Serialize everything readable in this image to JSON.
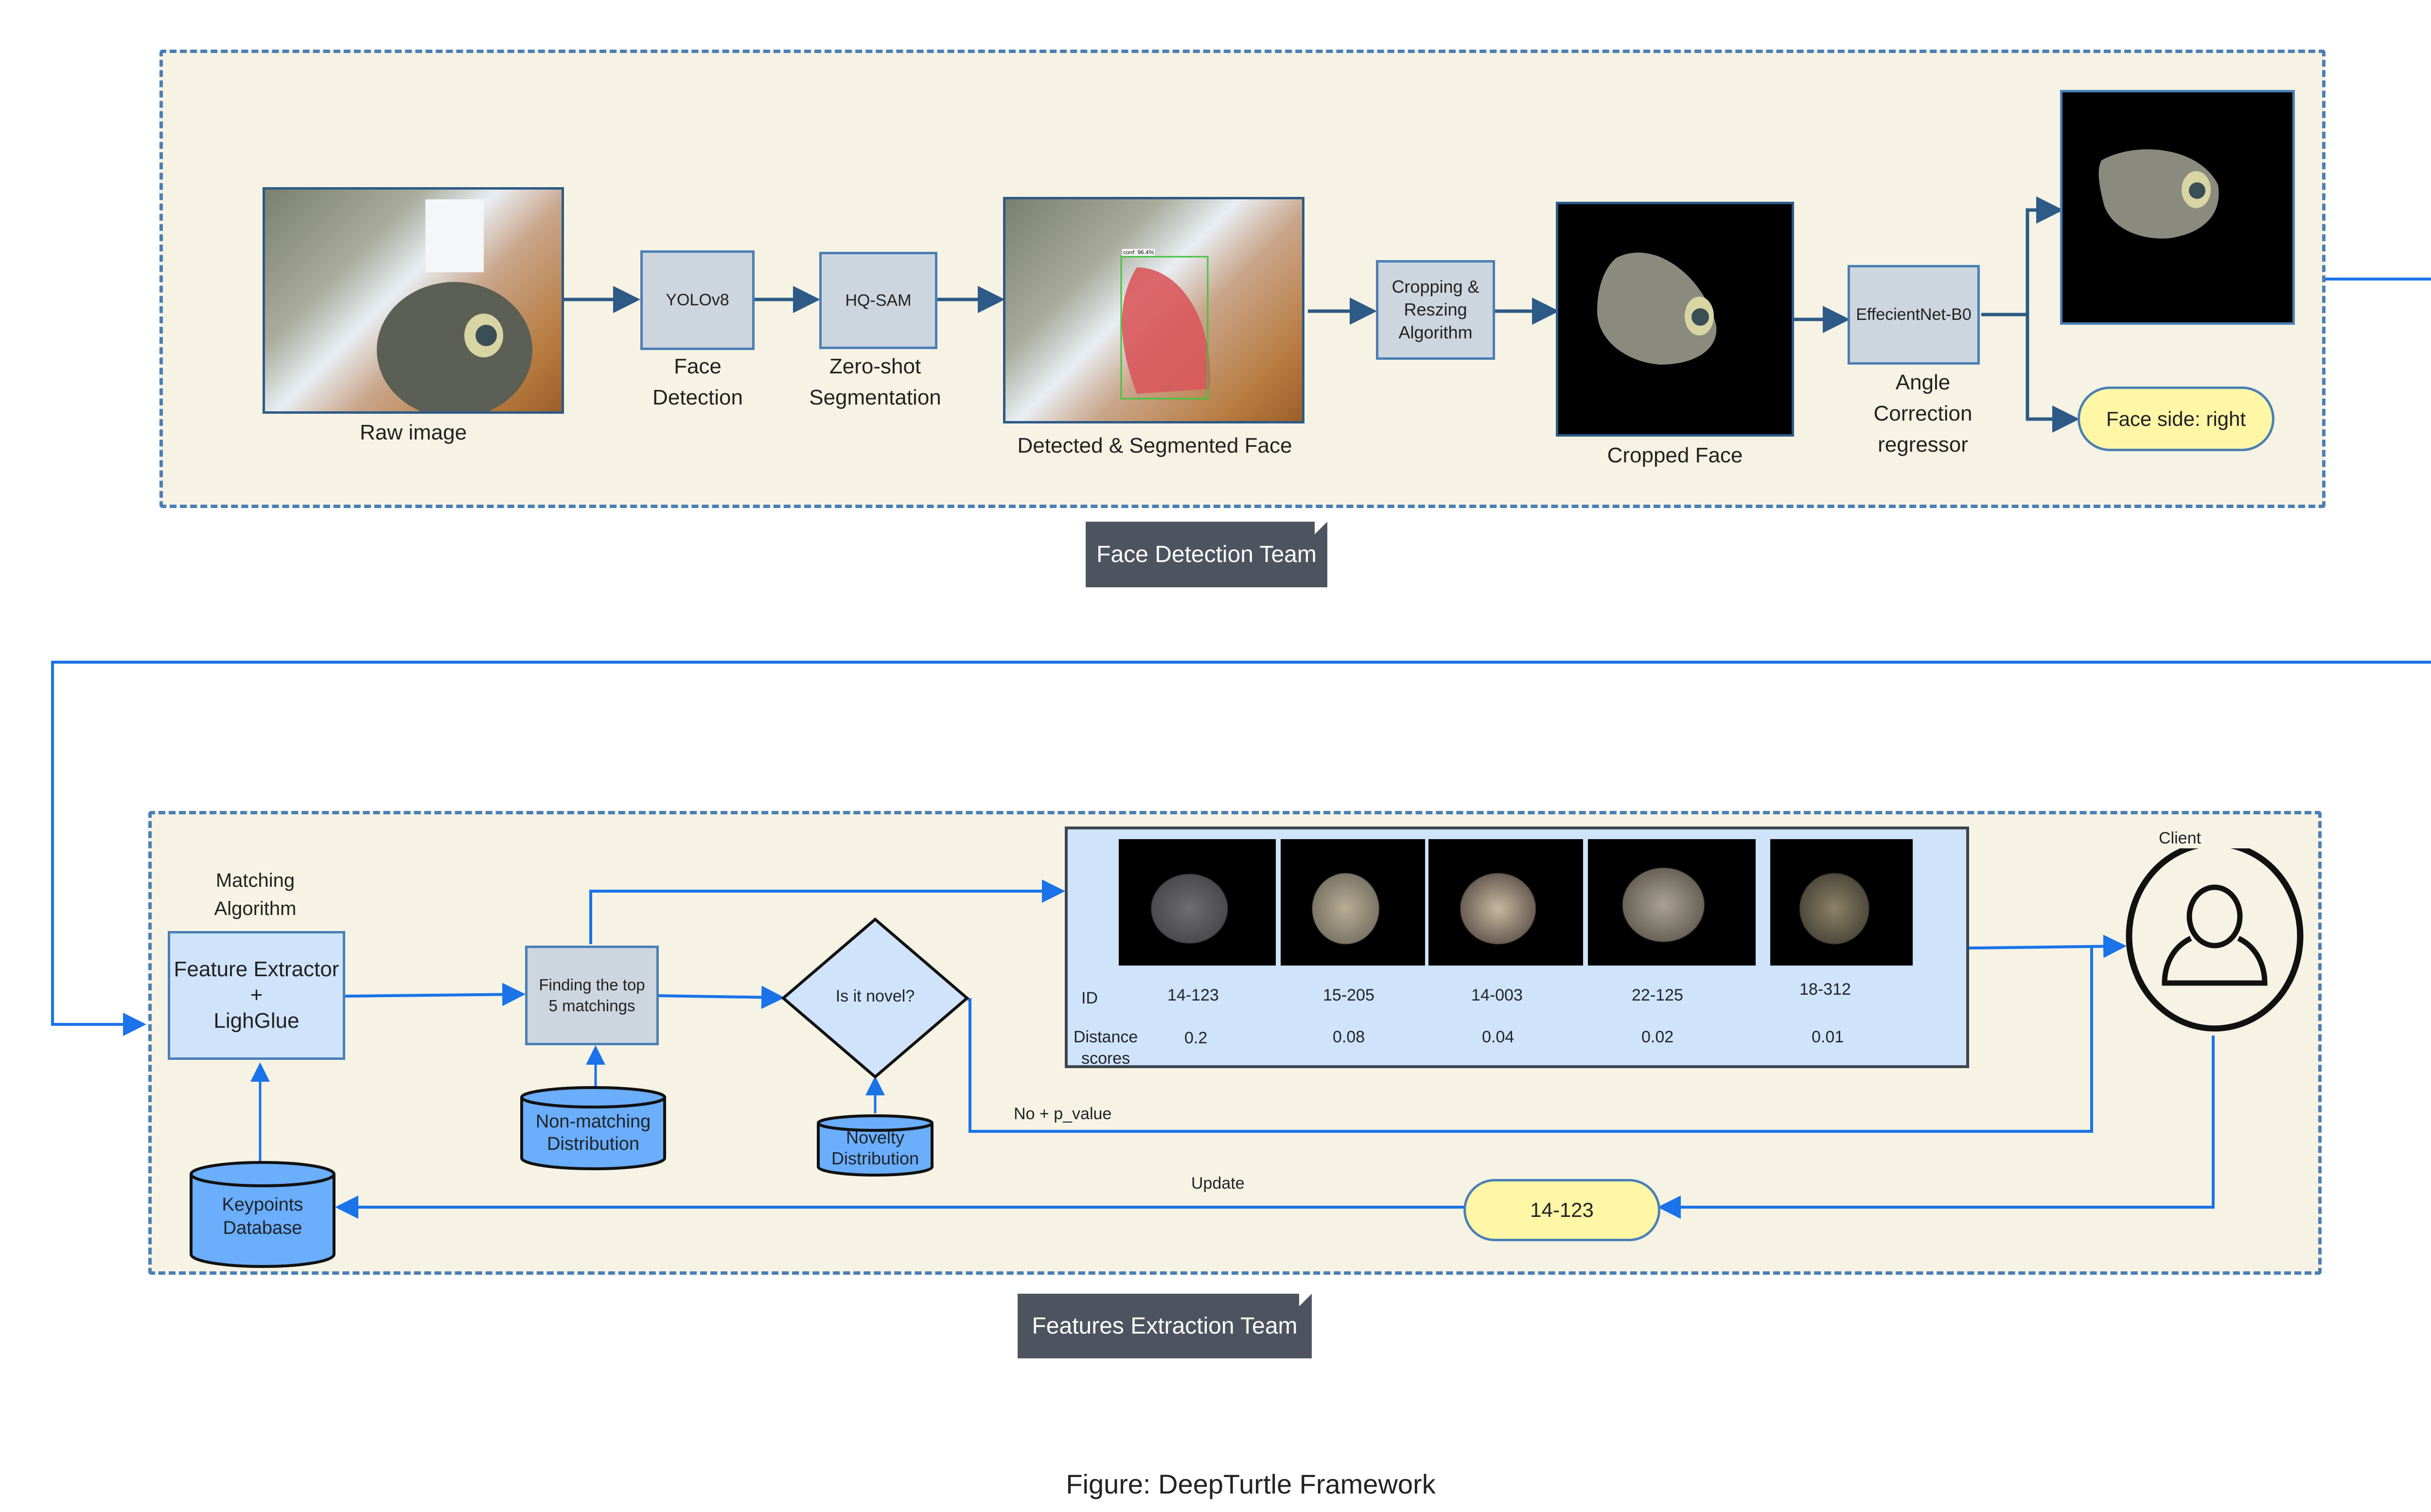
{
  "caption": "Figure: DeepTurtle Framework",
  "face_detection": {
    "team_label": "Face Detection Team",
    "raw_image_label": "Raw image",
    "yolo": {
      "box": "YOLOv8",
      "label_line1": "Face",
      "label_line2": "Detection"
    },
    "hqsam": {
      "box": "HQ-SAM",
      "label_line1": "Zero-shot",
      "label_line2": "Segmentation"
    },
    "detected_label": "Detected & Segmented Face",
    "detection_confidence": "conf: 96.4%",
    "cropping": {
      "line1": "Cropping &",
      "line2": "Reszing",
      "line3": "Algorithm"
    },
    "cropped_label": "Cropped Face",
    "efficientnet": {
      "box": "EffecientNet-B0",
      "label_line1": "Angle",
      "label_line2": "Correction",
      "label_line3": "regressor"
    },
    "face_side": "Face side: right"
  },
  "feature_extraction": {
    "team_label": "Features Extraction Team",
    "matching_label_line1": "Matching",
    "matching_label_line2": "Algorithm",
    "extractor": {
      "line1": "Feature Extractor",
      "line2": "+",
      "line3": "LighGlue"
    },
    "top5": {
      "line1": "Finding the top",
      "line2": "5 matchings"
    },
    "novel_question": "Is it novel?",
    "non_matching_db": {
      "line1": "Non-matching",
      "line2": "Distribution"
    },
    "novelty_db": {
      "line1": "Novelty",
      "line2": "Distribution"
    },
    "keypoints_db": {
      "line1": "Keypoints",
      "line2": "Database"
    },
    "no_label": "No  + p_value",
    "update_label": "Update",
    "result_id": "14-123",
    "client_label": "Client",
    "results": {
      "id_header": "ID",
      "distance_header_line1": "Distance",
      "distance_header_line2": "scores",
      "matches": [
        {
          "id": "14-123",
          "distance": "0.2"
        },
        {
          "id": "15-205",
          "distance": "0.08"
        },
        {
          "id": "14-003",
          "distance": "0.04"
        },
        {
          "id": "22-125",
          "distance": "0.02"
        },
        {
          "id": "18-312",
          "distance": "0.01"
        }
      ]
    }
  },
  "colors": {
    "team_bg": "#f6f3e4",
    "team_border": "#4a7fb5",
    "process_fill": "#cdd5df",
    "light_blue": "#cfe3fb",
    "db_fill": "#6aaefc",
    "pill_fill": "#fff6a6",
    "connector_blue": "#1a73e8",
    "connector_dark": "#2d5a86",
    "tag_fill": "#4e545f"
  }
}
